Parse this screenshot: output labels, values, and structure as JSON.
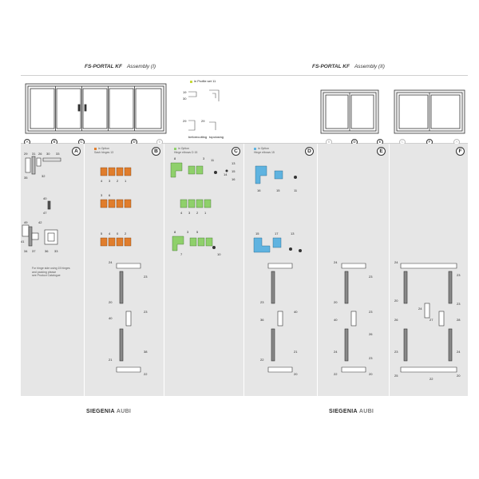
{
  "header": {
    "left": {
      "brand": "FS-PORTAL KF",
      "subtitle": "Assembly (I)"
    },
    "right": {
      "brand": "FS-PORTAL KF",
      "subtitle": "Assembly (II)"
    }
  },
  "top_band": {
    "profile_note": "in Profile set 11",
    "before_note": "before\ncutting",
    "top_note": "top\nclosing",
    "axis_left": [
      "A",
      "B",
      "C",
      "D",
      "E"
    ],
    "axis_right_a": [
      "B",
      "D",
      "E"
    ],
    "axis_right_b": [
      "C",
      "F",
      "A"
    ]
  },
  "panels": [
    {
      "letter": "A",
      "legend": "",
      "note": "For hinge side using 15 hinges\nand packing please\nsee Product Catalogue",
      "numbers": [
        "29",
        "31",
        "26",
        "30",
        "33",
        "32",
        "35",
        "40",
        "47",
        "49",
        "42",
        "41",
        "34",
        "37",
        "36",
        "33"
      ]
    },
    {
      "letter": "B",
      "legend": "in Option\nSash hinges 13",
      "swatch": "#e07d2c",
      "numbers": [
        "4",
        "3",
        "2",
        "1",
        "3",
        "6",
        "5",
        "4",
        "0",
        "2",
        "1",
        "24",
        "23",
        "20",
        "23",
        "40",
        "38",
        "21",
        "22",
        "20"
      ]
    },
    {
      "letter": "C",
      "legend": "in Option\nHinge elbows D 15",
      "swatch": "#8fd06b",
      "numbers": [
        "8",
        "3",
        "11",
        "13",
        "15",
        "14",
        "16",
        "4",
        "3",
        "2",
        "1",
        "8",
        "3",
        "5",
        "7",
        "10",
        "4",
        "3",
        "2",
        "1"
      ]
    },
    {
      "letter": "D",
      "legend": "in Option\nHinge elbows 15",
      "swatch": "#5fb3e0",
      "numbers": [
        "16",
        "15",
        "11",
        "15",
        "17",
        "13",
        "23",
        "40",
        "36",
        "21",
        "22",
        "20"
      ]
    },
    {
      "letter": "E",
      "legend": "",
      "numbers": [
        "24",
        "23",
        "20",
        "23",
        "40",
        "26",
        "24",
        "23",
        "22",
        "20"
      ]
    },
    {
      "letter": "F",
      "legend": "",
      "numbers": [
        "24",
        "23",
        "20",
        "23",
        "24",
        "27",
        "26",
        "28",
        "23",
        "24",
        "25",
        "22",
        "20"
      ]
    }
  ],
  "logos": [
    {
      "brand": "SIEGENIA",
      "sub": "AUBI"
    },
    {
      "brand": "SIEGENIA",
      "sub": "AUBI"
    }
  ]
}
